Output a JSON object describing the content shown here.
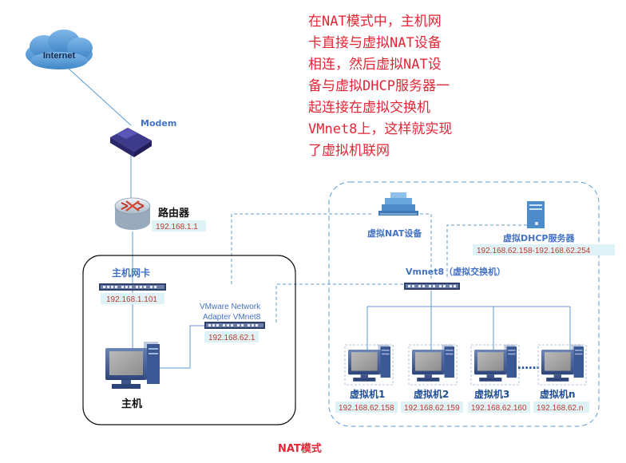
{
  "note_lines": [
    "在NAT模式中，主机网",
    "卡直接与虚拟NAT设备",
    "相连，然后虚拟NAT设",
    "备与虚拟DHCP服务器一",
    "起连接在虚拟交换机",
    "VMnet8上，这样就实现",
    "了虚拟机联网"
  ],
  "internet": "Internet",
  "modem": "Modem",
  "router": {
    "label": "路由器",
    "ip": "192.168.1.1"
  },
  "host_nic": {
    "label": "主机网卡",
    "ip": "192.168.1.101"
  },
  "vmnet8_adapter": {
    "label_line1": "VMware Network",
    "label_line2": "Adapter VMnet8",
    "ip": "192.168.62.1"
  },
  "host": "主机",
  "nat_device": "虚拟NAT设备",
  "dhcp": {
    "label": "虚拟DHCP服务器",
    "range": "192.168.62.158-192.168.62.254"
  },
  "switch": "Vmnet8（虚拟交换机）",
  "vms": [
    {
      "name": "虚拟机1",
      "ip": "192.168.62.158"
    },
    {
      "name": "虚拟机2",
      "ip": "192.168.62.159"
    },
    {
      "name": "虚拟机3",
      "ip": "192.168.62.160"
    },
    {
      "name": "虚拟机n",
      "ip": "192.168.62.n"
    }
  ],
  "ellipsis": "……",
  "caption": "NAT模式",
  "colors": {
    "note": "#e32636",
    "label_blue": "#4472c4",
    "ip_red": "#c0392b",
    "ip_bg": "#dff3f7",
    "line_blue": "#5b9bd5"
  }
}
